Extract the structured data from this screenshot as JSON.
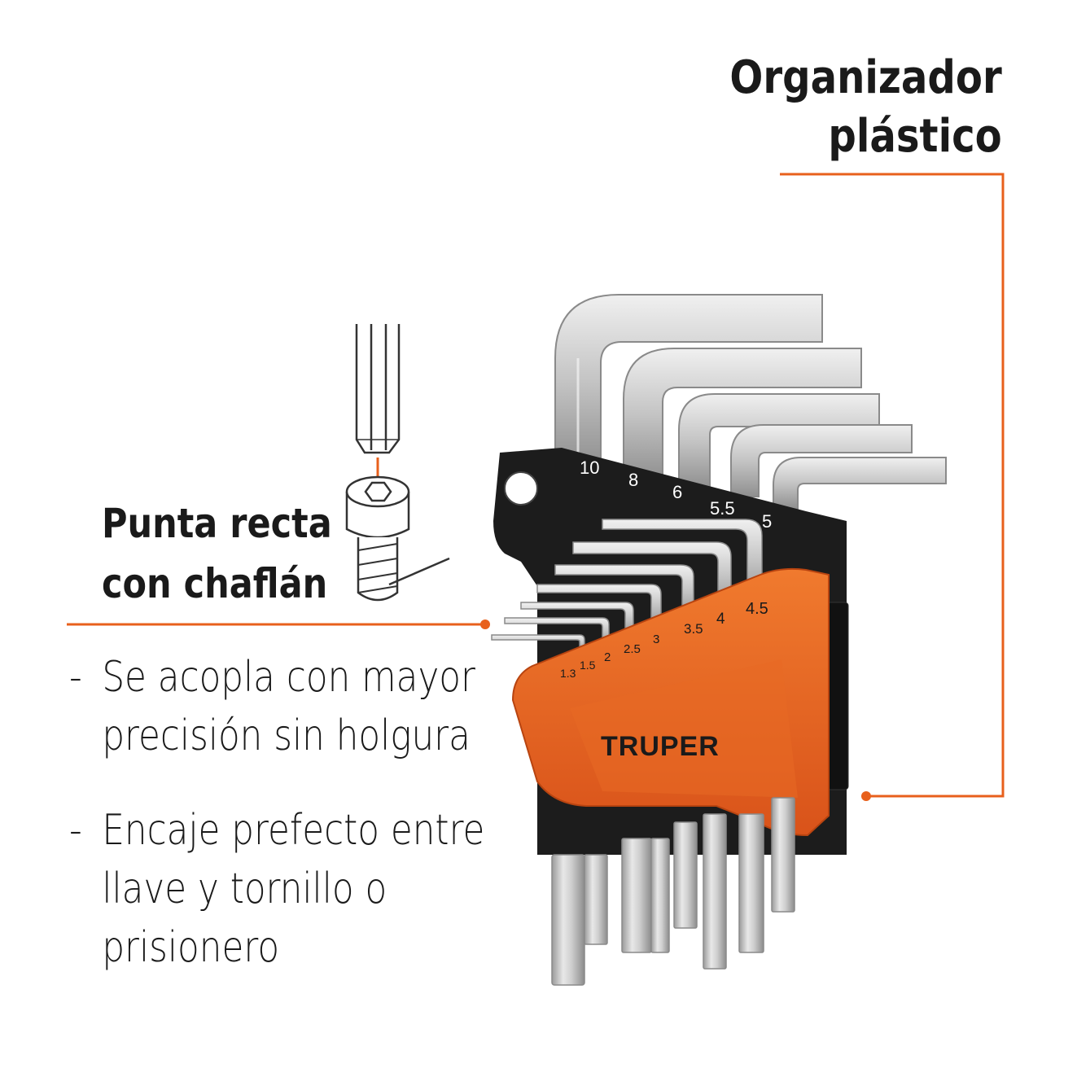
{
  "callouts": {
    "organizer": {
      "line1": "Organizador",
      "line2": "plástico"
    },
    "tip": {
      "line1": "Punta recta",
      "line2": "con chaflán"
    }
  },
  "features": [
    {
      "dash": "-",
      "text": "Se acopla con mayor\nprecisión sin holgura"
    },
    {
      "dash": "-",
      "text": "Encaje prefecto entre\nllave y tornillo o\nprisionero"
    }
  ],
  "product": {
    "brand": "TRUPER",
    "sizes_top": [
      "10",
      "8",
      "6",
      "5.5",
      "5"
    ],
    "sizes_bottom": [
      "1.3",
      "1.5",
      "2",
      "2.5",
      "3",
      "3.5",
      "4",
      "4.5"
    ]
  },
  "colors": {
    "accent": "#e8601c",
    "holder_black": "#1c1c1c",
    "steel": "#c9c9c9",
    "text": "#1a1a1a"
  },
  "icons": [
    "hex-key-bit-icon",
    "socket-screw-icon"
  ]
}
